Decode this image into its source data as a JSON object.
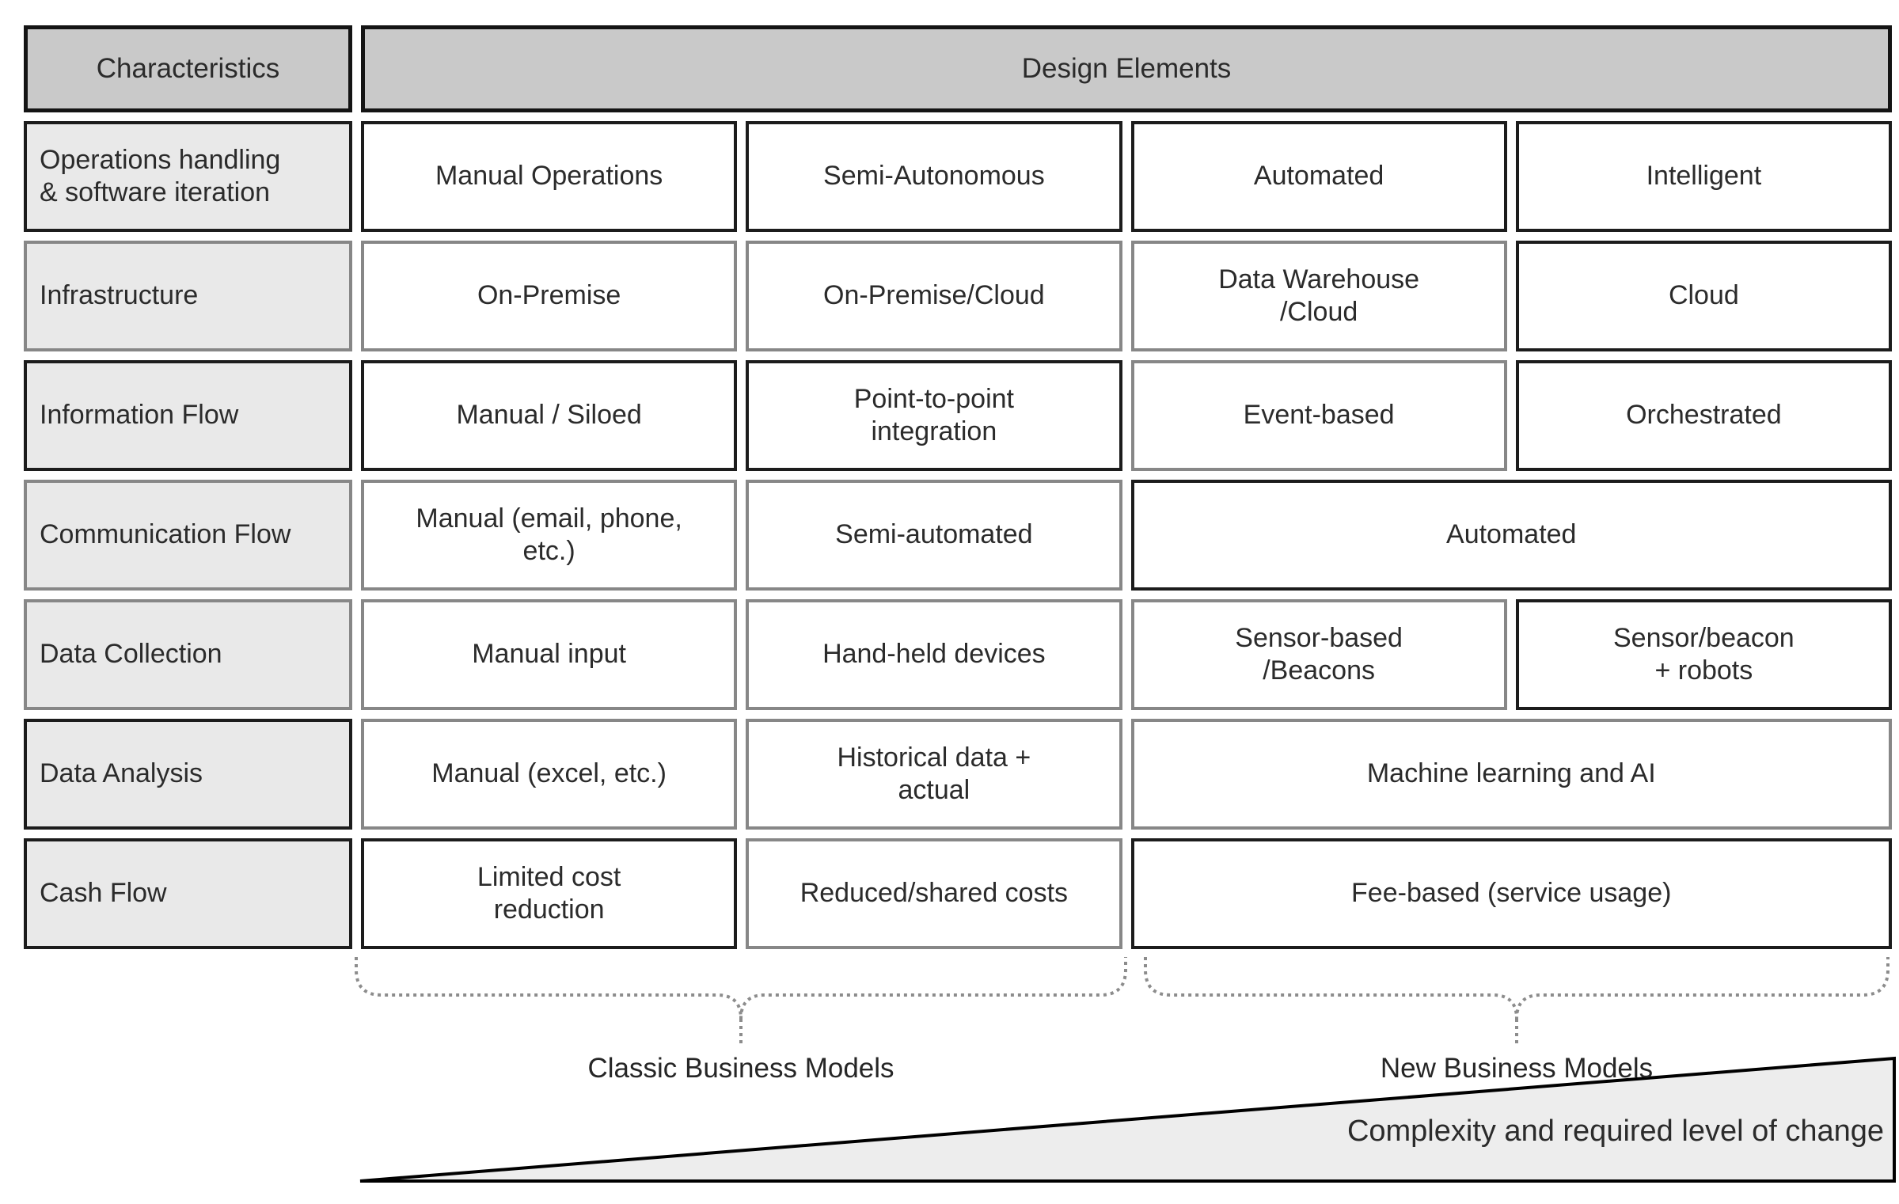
{
  "table": {
    "header": {
      "characteristics": "Characteristics",
      "design_elements": "Design Elements"
    },
    "rows": [
      {
        "label": "Operations handling\n& software iteration",
        "cells": [
          {
            "text": "Manual Operations"
          },
          {
            "text": "Semi-Autonomous"
          },
          {
            "text": "Automated"
          },
          {
            "text": "Intelligent"
          }
        ]
      },
      {
        "label": "Infrastructure",
        "cells": [
          {
            "text": "On-Premise"
          },
          {
            "text": "On-Premise/Cloud"
          },
          {
            "text": "Data Warehouse\n/Cloud"
          },
          {
            "text": "Cloud"
          }
        ]
      },
      {
        "label": "Information Flow",
        "cells": [
          {
            "text": "Manual / Siloed"
          },
          {
            "text": "Point-to-point\nintegration"
          },
          {
            "text": "Event-based"
          },
          {
            "text": "Orchestrated"
          }
        ]
      },
      {
        "label": "Communication Flow",
        "cells": [
          {
            "text": "Manual (email, phone,\netc.)"
          },
          {
            "text": "Semi-automated"
          },
          {
            "text": "Automated",
            "span": 2
          }
        ]
      },
      {
        "label": "Data Collection",
        "cells": [
          {
            "text": "Manual input"
          },
          {
            "text": "Hand-held devices"
          },
          {
            "text": "Sensor-based\n/Beacons"
          },
          {
            "text": "Sensor/beacon\n+ robots"
          }
        ]
      },
      {
        "label": "Data Analysis",
        "cells": [
          {
            "text": "Manual (excel, etc.)"
          },
          {
            "text": "Historical data +\nactual"
          },
          {
            "text": "Machine learning and AI",
            "span": 2
          }
        ]
      },
      {
        "label": "Cash Flow",
        "cells": [
          {
            "text": "Limited cost\nreduction"
          },
          {
            "text": "Reduced/shared costs"
          },
          {
            "text": "Fee-based (service usage)",
            "span": 2
          }
        ]
      }
    ]
  },
  "brackets": {
    "classic_label": "Classic Business Models",
    "new_label": "New Business Models"
  },
  "arrow": {
    "label": "Complexity and required level of change"
  },
  "colors": {
    "header_bg": "#c9c9c9",
    "row_label_bg": "#e9e9e9",
    "cell_bg": "#ffffff",
    "border_dark": "#1c1c1c",
    "border_gray": "#878787",
    "brace": "#8c8c8c",
    "triangle_fill": "#ededed",
    "triangle_edge": "#000000",
    "text": "#2b2b2b"
  }
}
